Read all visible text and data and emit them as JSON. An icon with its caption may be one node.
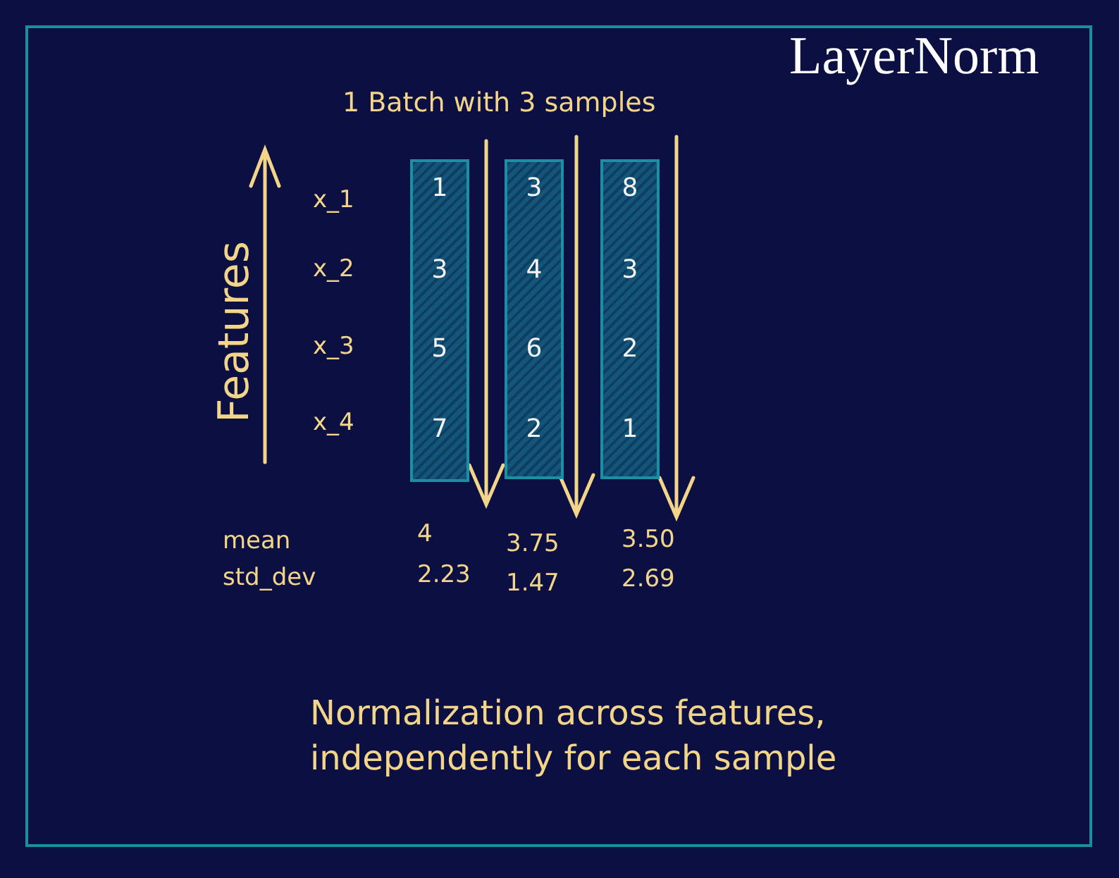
{
  "diagram": {
    "title": "LayerNorm",
    "caption": "Normalization across features, independently for each sample",
    "nodes": [
      {
        "text": [
          "1",
          "3",
          "5",
          "7"
        ]
      },
      {
        "text": [
          "3",
          "4",
          "6",
          "2"
        ]
      },
      {
        "text": [
          "8",
          "3",
          "2",
          "1"
        ]
      }
    ],
    "labels": [
      "1 Batch with 3 samples",
      "Features",
      "x_1",
      "x_2",
      "x_3",
      "x_4",
      "mean",
      "4",
      "3.75",
      "3.50",
      "std_dev",
      "2.23",
      "1.47",
      "2.69"
    ]
  }
}
